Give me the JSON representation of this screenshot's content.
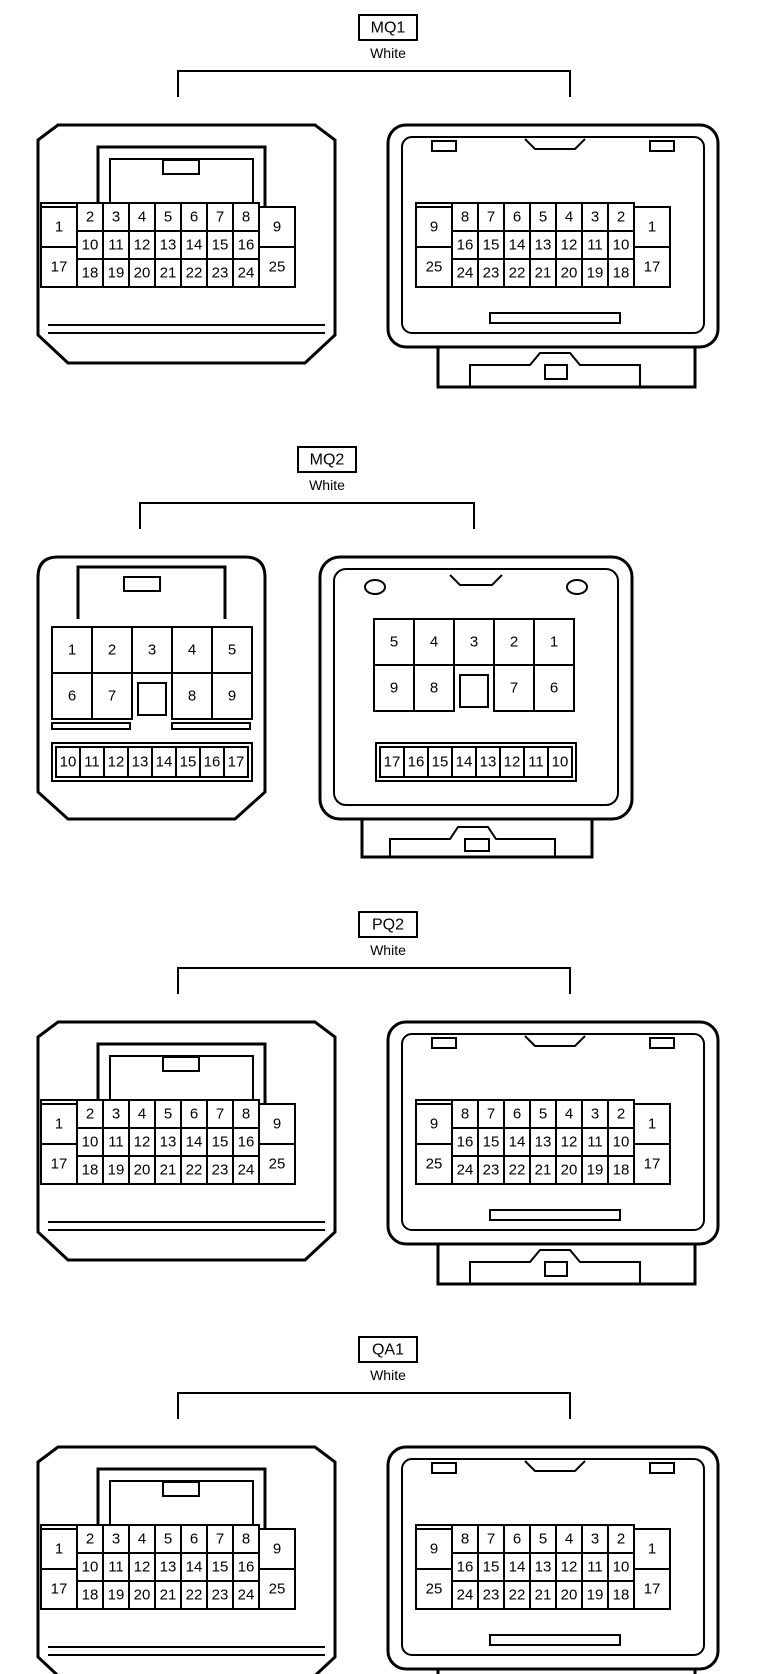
{
  "connectors": [
    {
      "id": "MQ1",
      "color": "White",
      "style": "A",
      "left": {
        "side_left": [
          "1",
          "17"
        ],
        "side_right": [
          "9",
          "25"
        ],
        "rows": [
          [
            "2",
            "3",
            "4",
            "5",
            "6",
            "7",
            "8"
          ],
          [
            "10",
            "11",
            "12",
            "13",
            "14",
            "15",
            "16"
          ],
          [
            "18",
            "19",
            "20",
            "21",
            "22",
            "23",
            "24"
          ]
        ]
      },
      "right": {
        "side_left": [
          "9",
          "25"
        ],
        "side_right": [
          "1",
          "17"
        ],
        "rows": [
          [
            "8",
            "7",
            "6",
            "5",
            "4",
            "3",
            "2"
          ],
          [
            "16",
            "15",
            "14",
            "13",
            "12",
            "11",
            "10"
          ],
          [
            "24",
            "23",
            "22",
            "21",
            "20",
            "19",
            "18"
          ]
        ]
      }
    },
    {
      "id": "MQ2",
      "color": "White",
      "style": "B",
      "left": {
        "rows": [
          [
            "1",
            "2",
            "3",
            "4",
            "5"
          ],
          [
            "6",
            "7",
            "",
            "8",
            "9"
          ]
        ],
        "bottom": [
          "10",
          "11",
          "12",
          "13",
          "14",
          "15",
          "16",
          "17"
        ]
      },
      "right": {
        "rows": [
          [
            "5",
            "4",
            "3",
            "2",
            "1"
          ],
          [
            "9",
            "8",
            "",
            "7",
            "6"
          ]
        ],
        "bottom": [
          "17",
          "16",
          "15",
          "14",
          "13",
          "12",
          "11",
          "10"
        ]
      }
    },
    {
      "id": "PQ2",
      "color": "White",
      "style": "A",
      "left": {
        "side_left": [
          "1",
          "17"
        ],
        "side_right": [
          "9",
          "25"
        ],
        "rows": [
          [
            "2",
            "3",
            "4",
            "5",
            "6",
            "7",
            "8"
          ],
          [
            "10",
            "11",
            "12",
            "13",
            "14",
            "15",
            "16"
          ],
          [
            "18",
            "19",
            "20",
            "21",
            "22",
            "23",
            "24"
          ]
        ]
      },
      "right": {
        "side_left": [
          "9",
          "25"
        ],
        "side_right": [
          "1",
          "17"
        ],
        "rows": [
          [
            "8",
            "7",
            "6",
            "5",
            "4",
            "3",
            "2"
          ],
          [
            "16",
            "15",
            "14",
            "13",
            "12",
            "11",
            "10"
          ],
          [
            "24",
            "23",
            "22",
            "21",
            "20",
            "19",
            "18"
          ]
        ]
      }
    },
    {
      "id": "QA1",
      "color": "White",
      "style": "A",
      "left": {
        "side_left": [
          "1",
          "17"
        ],
        "side_right": [
          "9",
          "25"
        ],
        "rows": [
          [
            "2",
            "3",
            "4",
            "5",
            "6",
            "7",
            "8"
          ],
          [
            "10",
            "11",
            "12",
            "13",
            "14",
            "15",
            "16"
          ],
          [
            "18",
            "19",
            "20",
            "21",
            "22",
            "23",
            "24"
          ]
        ]
      },
      "right": {
        "side_left": [
          "9",
          "25"
        ],
        "side_right": [
          "1",
          "17"
        ],
        "rows": [
          [
            "8",
            "7",
            "6",
            "5",
            "4",
            "3",
            "2"
          ],
          [
            "16",
            "15",
            "14",
            "13",
            "12",
            "11",
            "10"
          ],
          [
            "24",
            "23",
            "22",
            "21",
            "20",
            "19",
            "18"
          ]
        ]
      }
    }
  ]
}
